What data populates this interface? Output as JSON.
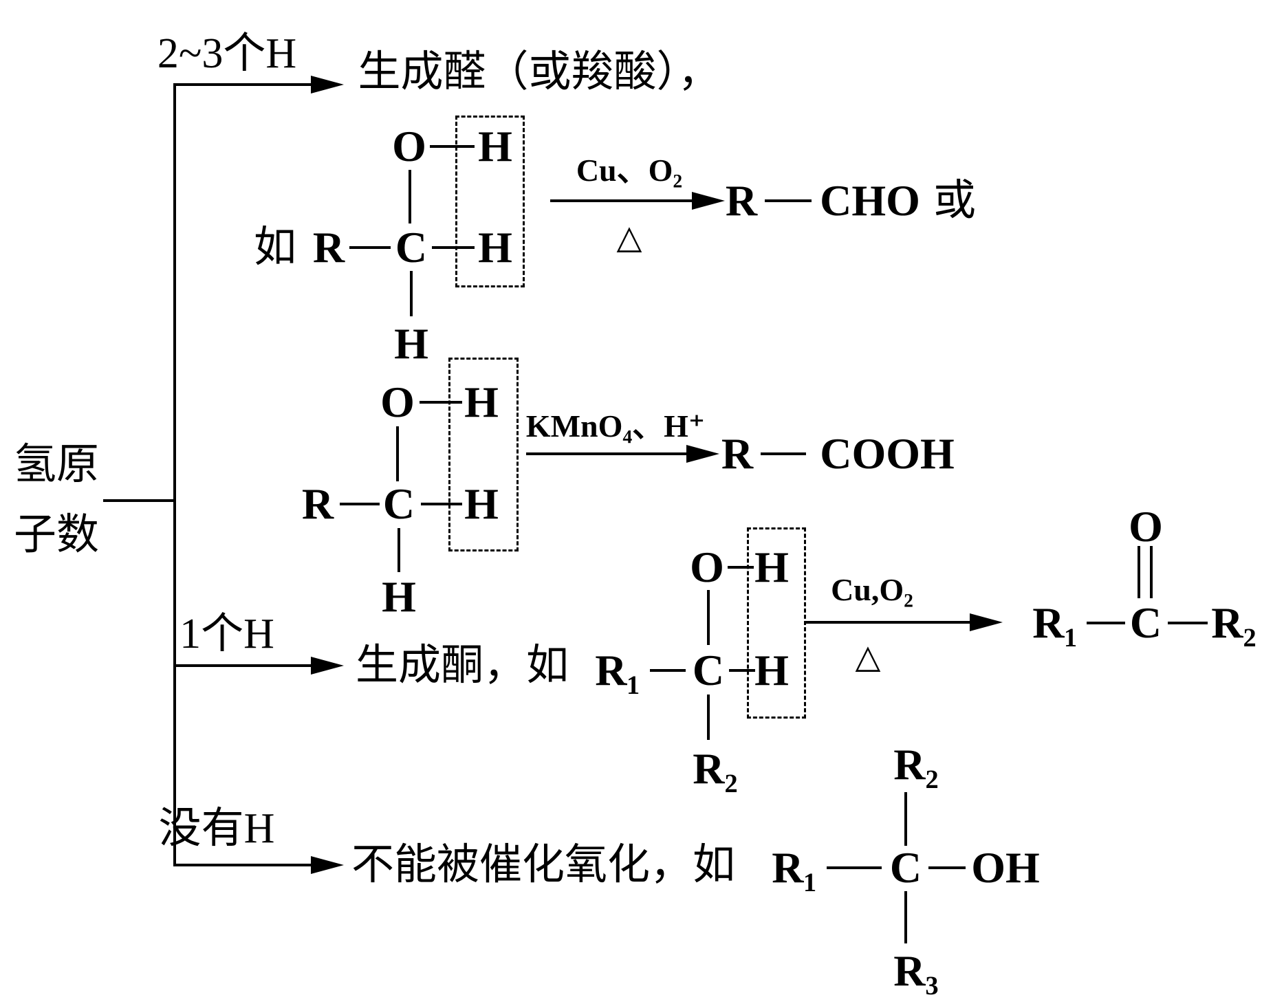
{
  "figure": {
    "ink_color": "#000000",
    "background_color": "#ffffff"
  },
  "root": {
    "line1": "氢原",
    "line2": "子数"
  },
  "branches": {
    "aldehyde": {
      "condition": "2~3个H",
      "result": "生成醛（或羧酸），",
      "example_prefix": "如"
    },
    "ketone": {
      "condition": "1个H",
      "result": "生成酮，如"
    },
    "no_h": {
      "condition": "没有H",
      "result": "不能被催化氧化，如"
    }
  },
  "atoms": {
    "R": "R",
    "R1": "R₁",
    "R2": "R₂",
    "R3": "R₃",
    "C": "C",
    "O": "O",
    "H": "H",
    "OH": "OH"
  },
  "reactions": {
    "to_aldehyde": {
      "reagents": "Cu、O₂",
      "heat": "△"
    },
    "to_acid": {
      "reagents": "KMnO₄、H⁺"
    },
    "to_ketone": {
      "reagents": "Cu,O₂",
      "heat": "△"
    }
  },
  "products": {
    "aldehyde": {
      "r": "R",
      "group": "CHO",
      "or_label": "或"
    },
    "acid": {
      "r": "R",
      "group": "COOH"
    }
  }
}
